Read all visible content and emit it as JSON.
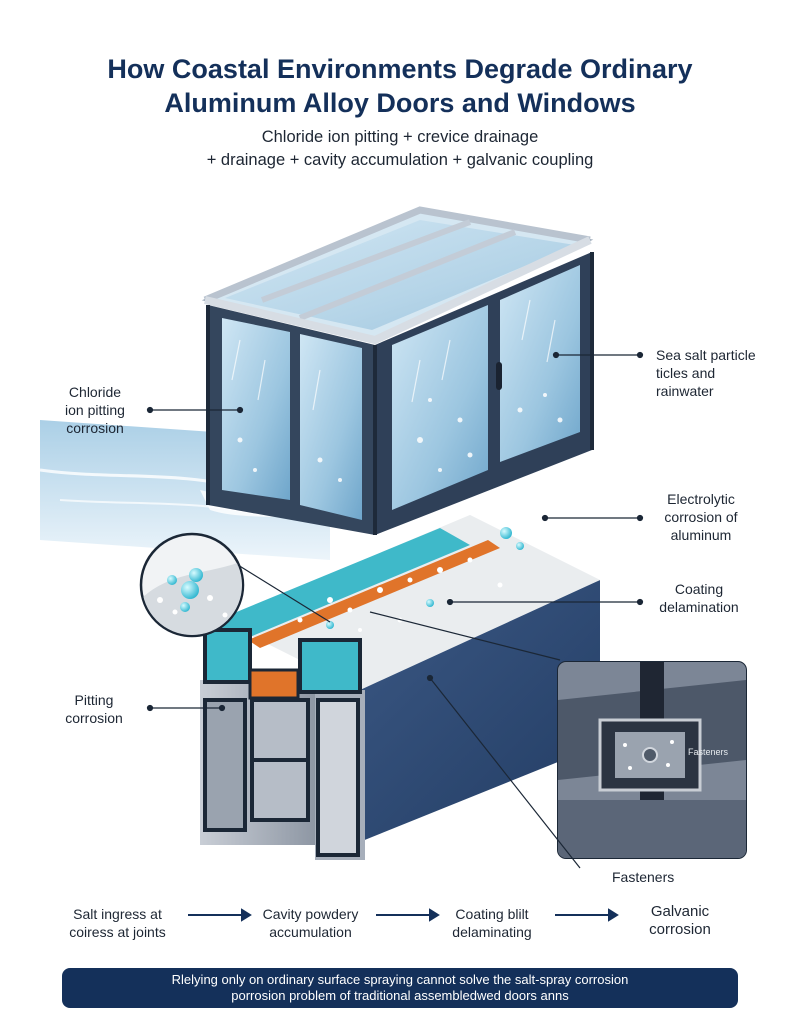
{
  "header": {
    "title_line1": "How Coastal Environments Degrade Ordinary",
    "title_line2": "Aluminum Alloy Doors and Windows",
    "subtitle_line1": "Chloride ion pitting + crevice drainage",
    "subtitle_line2": "+ drainage + cavity accumulation + galvanic coupling"
  },
  "callouts": {
    "chloride": [
      "Chloride",
      "ion pitting",
      "corrosion"
    ],
    "sea_salt": [
      "Sea salt particle",
      "ticles and",
      "rainwater"
    ],
    "electrolytic": [
      "Electrolytic",
      "corrosion of",
      "aluminum"
    ],
    "coating": [
      "Coating",
      "delamination"
    ],
    "pitting": [
      "Pitting",
      "corrosion"
    ],
    "fasteners": "Fasteners",
    "inset_fasteners": "Fasteners"
  },
  "flow": [
    [
      "Salt ingress at",
      "coiress at joints"
    ],
    [
      "Cavity powdery",
      "accumulation"
    ],
    [
      "Coating blilt",
      "delaminating"
    ],
    [
      "Galvanic",
      "corrosion"
    ]
  ],
  "banner": {
    "line1": "Rlelying only on ordinary surface spraying cannot solve the salt-spray corrosion",
    "line2": "porrosion problem of traditional assembledwed doors anns"
  },
  "colors": {
    "navy": "#14305a",
    "frame": "#3a4a5e",
    "glass": "#a8cfe6",
    "sea": "#5d9dc4",
    "teal": "#3fb9c9",
    "orange": "#e0742a"
  }
}
